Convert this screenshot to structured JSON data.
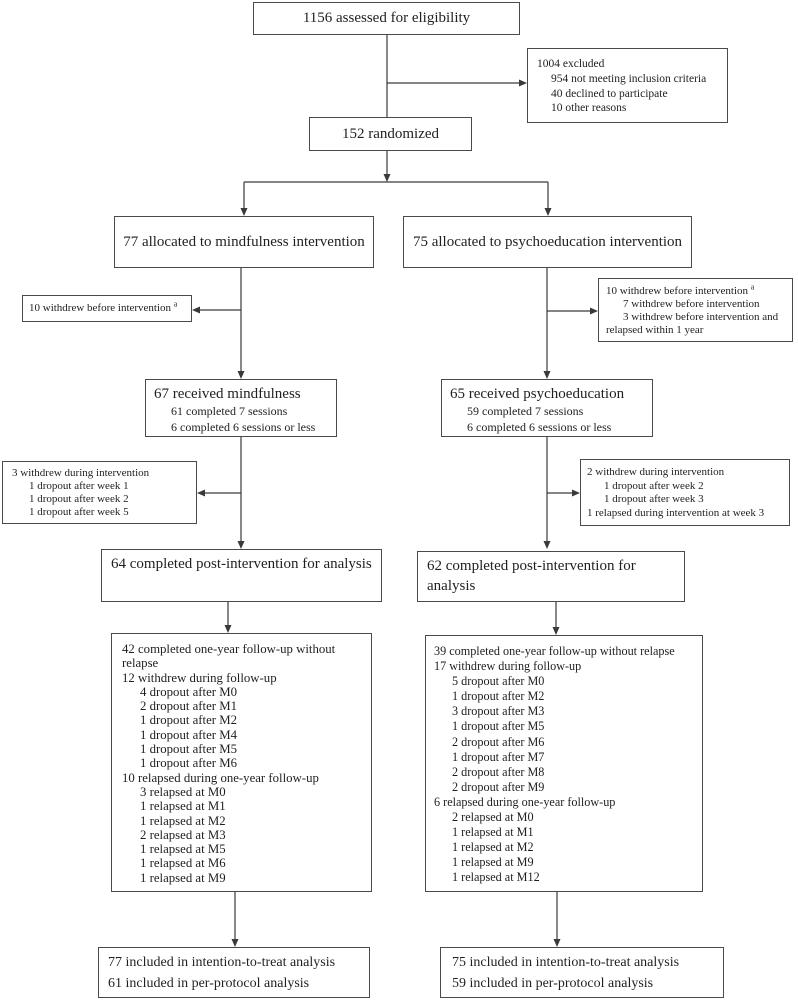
{
  "colors": {
    "ink": "#1f1f1f",
    "border": "#4a4a4a",
    "arrow": "#3a3a3a",
    "background": "#ffffff"
  },
  "diagram": {
    "assessed": {
      "text": "1156 assessed for eligibility"
    },
    "excluded": {
      "lines": [
        {
          "t": "1004 excluded",
          "i": 0
        },
        {
          "t": "954 not meeting inclusion criteria",
          "i": 1
        },
        {
          "t": "40 declined to participate",
          "i": 1
        },
        {
          "t": "10 other reasons",
          "i": 1
        }
      ]
    },
    "randomized": {
      "text": "152 randomized"
    },
    "alloc_mindfulness": {
      "text": "77 allocated to mindfulness intervention"
    },
    "alloc_psychoeducation": {
      "text": "75 allocated to psychoeducation intervention"
    },
    "withdrew_before_mindfulness": {
      "lines": [
        {
          "t": "10 withdrew before intervention ",
          "sup": "a",
          "i": 0
        }
      ]
    },
    "withdrew_before_psychoeducation": {
      "lines": [
        {
          "t": "10 withdrew before intervention ",
          "sup": "a",
          "i": 0
        },
        {
          "t": "7 withdrew before intervention",
          "i": 1
        },
        {
          "t": "3 withdrew before intervention and",
          "i": 1
        },
        {
          "t": "relapsed within 1 year",
          "i": 0
        }
      ]
    },
    "received_mindfulness": {
      "title": "67 received mindfulness",
      "lines": [
        {
          "t": "61 completed 7 sessions",
          "i": 1
        },
        {
          "t": "6 completed 6 sessions or less",
          "i": 1
        }
      ]
    },
    "received_psychoeducation": {
      "title": "65 received psychoeducation",
      "lines": [
        {
          "t": "59 completed 7 sessions",
          "i": 1
        },
        {
          "t": "6 completed 6 sessions or less",
          "i": 1
        }
      ]
    },
    "withdrew_during_mindfulness": {
      "lines": [
        {
          "t": "3 withdrew during intervention",
          "i": 0
        },
        {
          "t": "1 dropout after week 1",
          "i": 1
        },
        {
          "t": "1 dropout after week 2",
          "i": 1
        },
        {
          "t": "1 dropout after week 5",
          "i": 1
        }
      ]
    },
    "withdrew_during_psychoeducation": {
      "lines": [
        {
          "t": "2 withdrew during intervention",
          "i": 0
        },
        {
          "t": "1 dropout after week 2",
          "i": 1
        },
        {
          "t": "1 dropout after week 3",
          "i": 1
        },
        {
          "t": "1 relapsed during intervention at week 3",
          "i": 0
        }
      ]
    },
    "post_mindfulness": {
      "text": "64 completed post-intervention for analysis"
    },
    "post_psychoeducation": {
      "text": "62 completed post-intervention for analysis"
    },
    "followup_mindfulness": {
      "lines": [
        {
          "t": "42 completed one-year follow-up without",
          "i": 0
        },
        {
          "t": "relapse",
          "i": 0
        },
        {
          "t": "12 withdrew during follow-up",
          "i": 0
        },
        {
          "t": "4 dropout after M0",
          "i": 1
        },
        {
          "t": "2 dropout after M1",
          "i": 1
        },
        {
          "t": "1 dropout after M2",
          "i": 1
        },
        {
          "t": "1 dropout after M4",
          "i": 1
        },
        {
          "t": "1 dropout after M5",
          "i": 1
        },
        {
          "t": "1 dropout after M6",
          "i": 1
        },
        {
          "t": "10 relapsed during one-year follow-up",
          "i": 0
        },
        {
          "t": "3 relapsed at M0",
          "i": 1
        },
        {
          "t": "1 relapsed at M1",
          "i": 1
        },
        {
          "t": "1 relapsed at M2",
          "i": 1
        },
        {
          "t": "2 relapsed at M3",
          "i": 1
        },
        {
          "t": "1 relapsed at M5",
          "i": 1
        },
        {
          "t": "1 relapsed at M6",
          "i": 1
        },
        {
          "t": "1 relapsed at M9",
          "i": 1
        }
      ]
    },
    "followup_psychoeducation": {
      "lines": [
        {
          "t": "39 completed one-year follow-up without relapse",
          "i": 0
        },
        {
          "t": "17 withdrew during follow-up",
          "i": 0
        },
        {
          "t": "5 dropout after M0",
          "i": 1
        },
        {
          "t": "1 dropout after M2",
          "i": 1
        },
        {
          "t": "3 dropout after M3",
          "i": 1
        },
        {
          "t": "1 dropout after M5",
          "i": 1
        },
        {
          "t": "2 dropout after M6",
          "i": 1
        },
        {
          "t": "1 dropout after M7",
          "i": 1
        },
        {
          "t": "2 dropout after M8",
          "i": 1
        },
        {
          "t": "2 dropout after M9",
          "i": 1
        },
        {
          "t": "6 relapsed during one-year follow-up",
          "i": 0
        },
        {
          "t": "2 relapsed at M0",
          "i": 1
        },
        {
          "t": "1 relapsed at M1",
          "i": 1
        },
        {
          "t": "1 relapsed at M2",
          "i": 1
        },
        {
          "t": "1 relapsed at M9",
          "i": 1
        },
        {
          "t": "1 relapsed at M12",
          "i": 1
        }
      ]
    },
    "analysis_mindfulness": {
      "lines": [
        {
          "t": "77 included in intention-to-treat analysis",
          "i": 0
        },
        {
          "t": "61 included in per-protocol analysis",
          "i": 0
        }
      ]
    },
    "analysis_psychoeducation": {
      "lines": [
        {
          "t": "75 included in intention-to-treat analysis",
          "i": 0
        },
        {
          "t": "59 included in per-protocol analysis",
          "i": 0
        }
      ]
    }
  }
}
